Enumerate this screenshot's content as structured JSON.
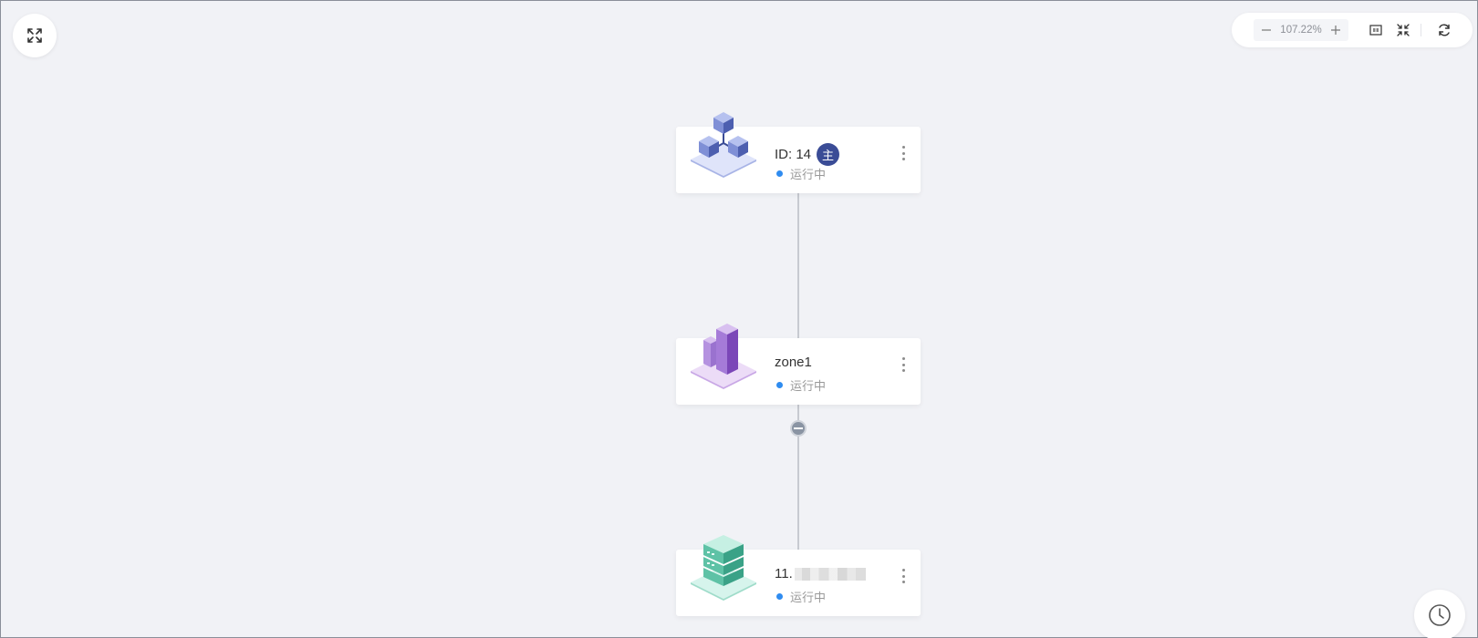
{
  "toolbar": {
    "zoom_value": "107.22%",
    "icons": [
      "zoom-out-icon",
      "zoom-in-icon",
      "actual-size-icon",
      "fit-view-icon",
      "refresh-icon"
    ]
  },
  "nodes": [
    {
      "title": "ID: 14",
      "badge": "主",
      "status": "运行中",
      "icon": "cluster-icon"
    },
    {
      "title": "zone1",
      "status": "运行中",
      "icon": "zone-icon"
    },
    {
      "title": "11.",
      "status": "运行中",
      "icon": "server-icon"
    }
  ],
  "colors": {
    "background": "#f1f2f6",
    "badge": "#3a4c96",
    "status_running": "#2f8cf0",
    "connector": "#c7cad1"
  }
}
